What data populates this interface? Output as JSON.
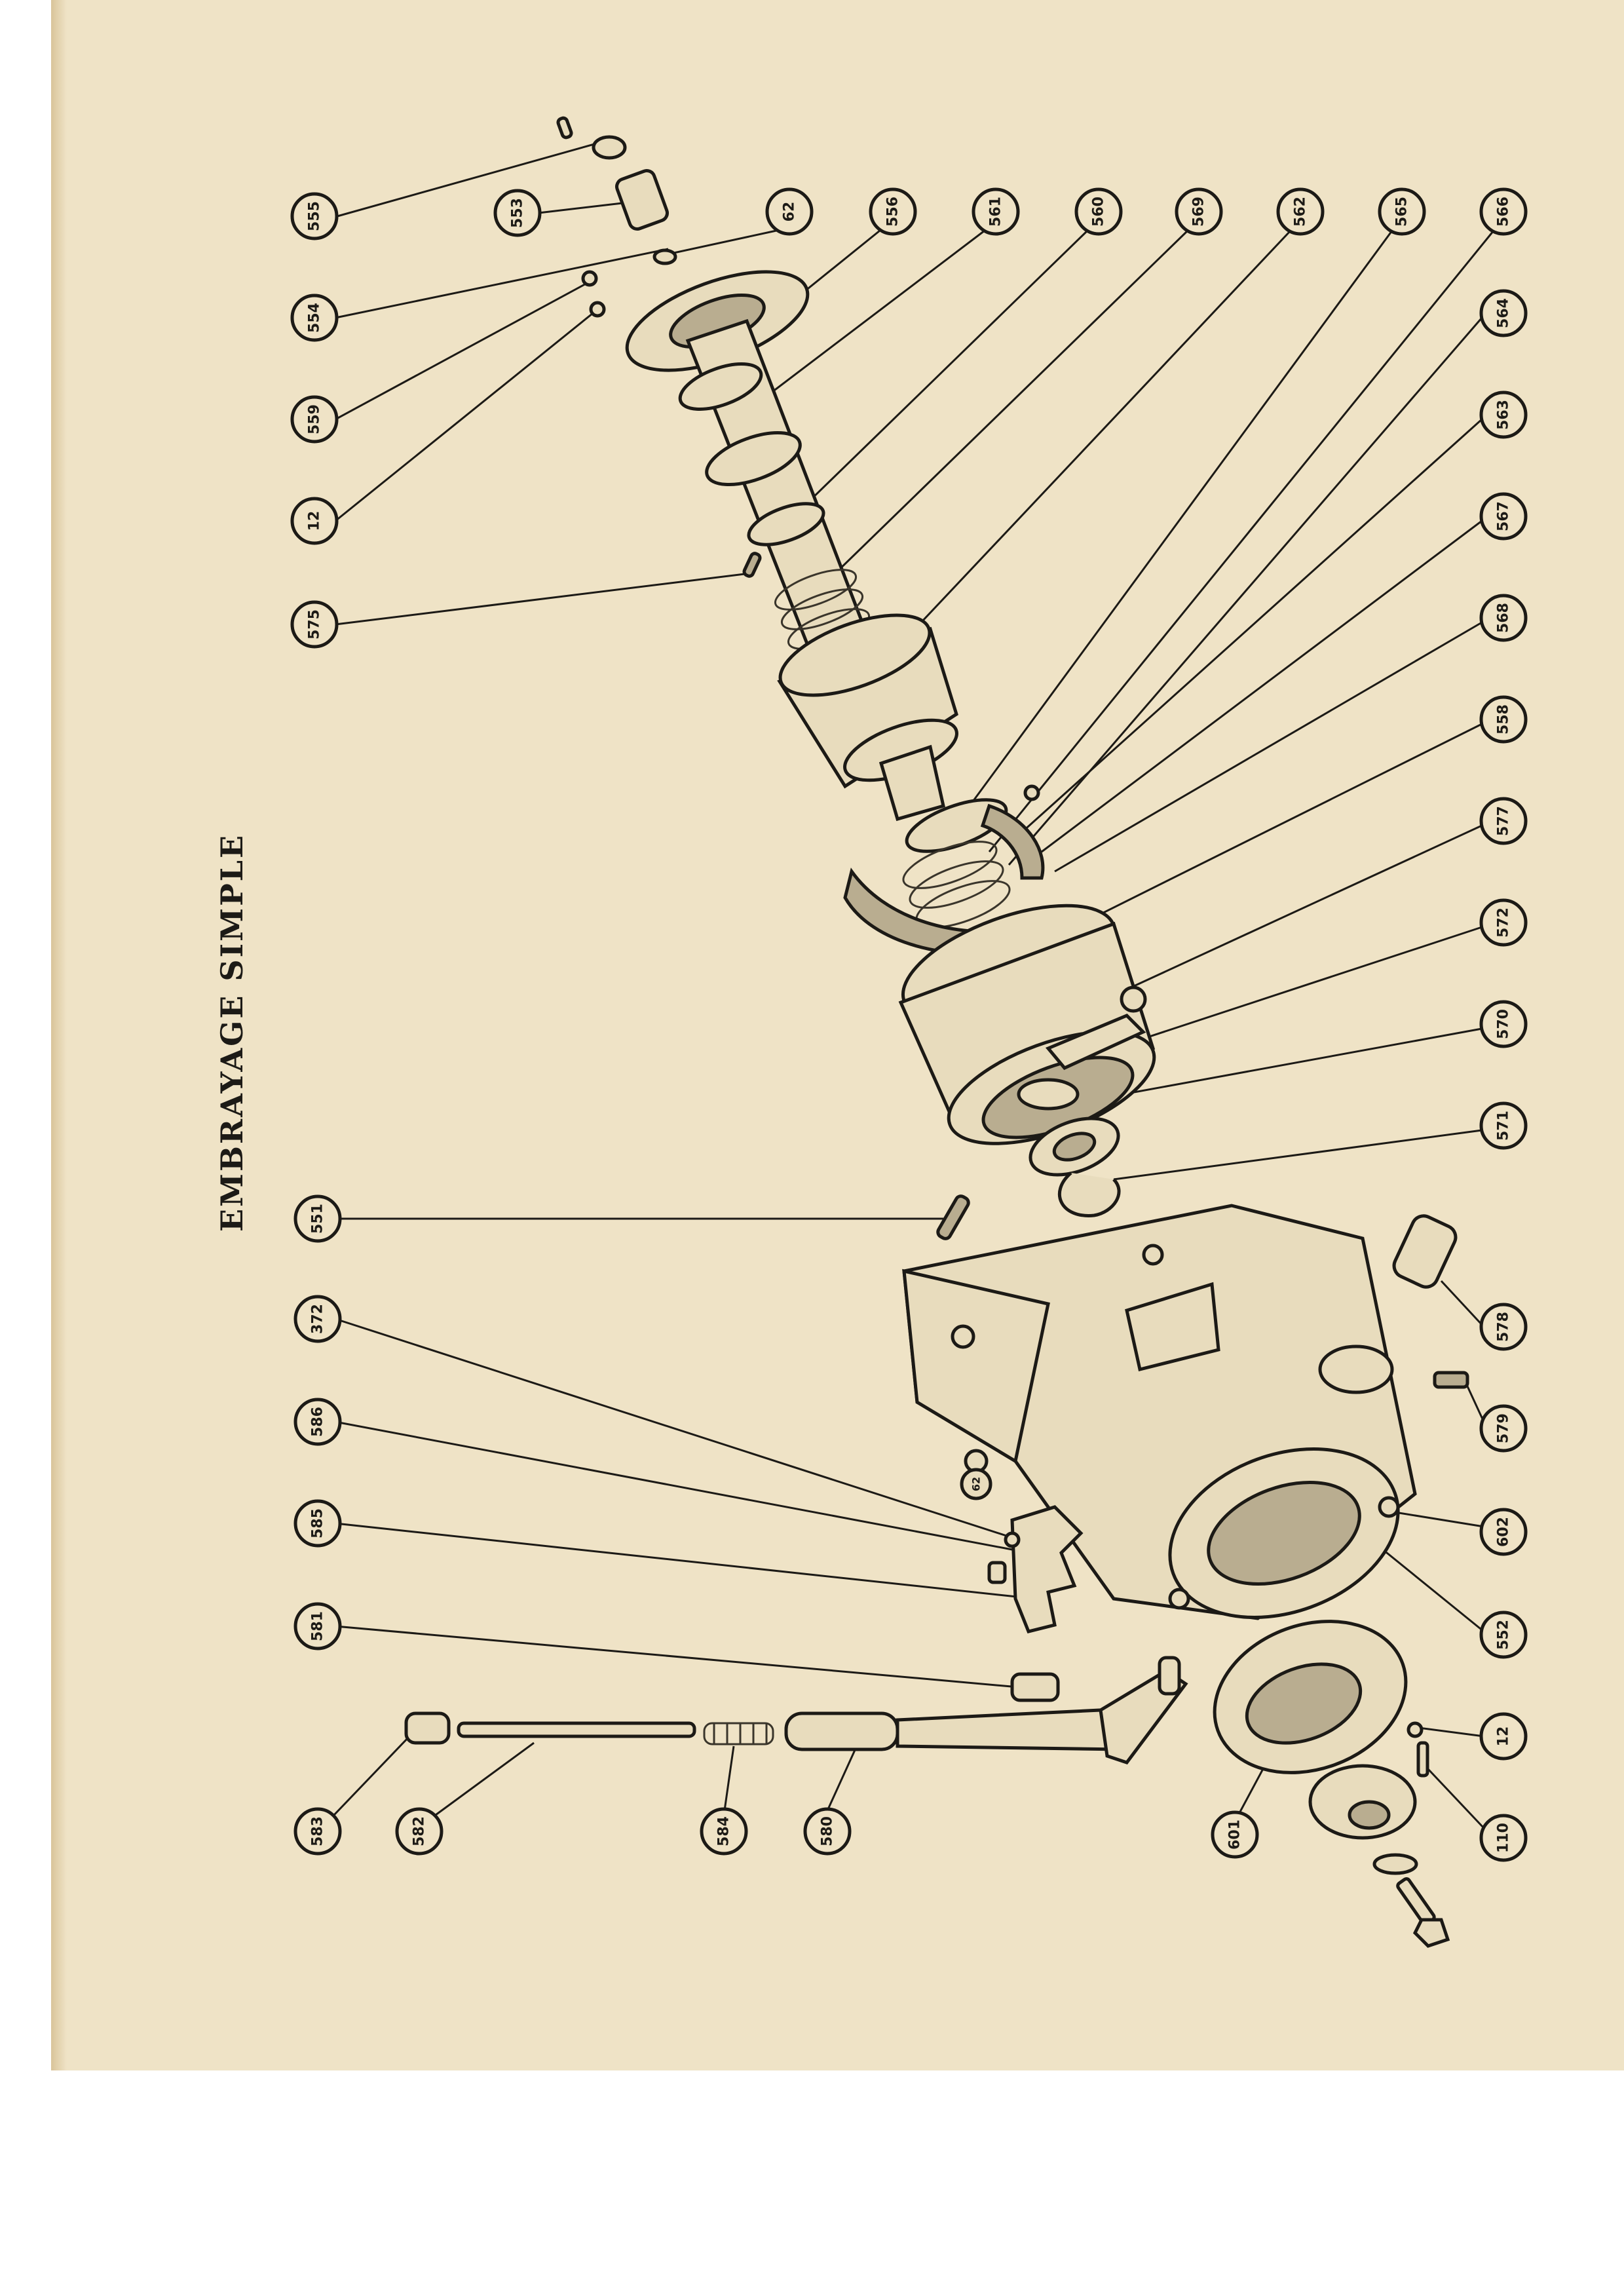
{
  "title": "EMBRAYAGE SIMPLE",
  "callouts": [
    {
      "id": "c555",
      "label": "555"
    },
    {
      "id": "c553",
      "label": "553"
    },
    {
      "id": "c62",
      "label": "62"
    },
    {
      "id": "c556",
      "label": "556"
    },
    {
      "id": "c561",
      "label": "561"
    },
    {
      "id": "c560",
      "label": "560"
    },
    {
      "id": "c569",
      "label": "569"
    },
    {
      "id": "c562",
      "label": "562"
    },
    {
      "id": "c565",
      "label": "565"
    },
    {
      "id": "c566",
      "label": "566"
    },
    {
      "id": "c554",
      "label": "554"
    },
    {
      "id": "c559",
      "label": "559"
    },
    {
      "id": "c12a",
      "label": "12"
    },
    {
      "id": "c575",
      "label": "575"
    },
    {
      "id": "c564",
      "label": "564"
    },
    {
      "id": "c563",
      "label": "563"
    },
    {
      "id": "c567",
      "label": "567"
    },
    {
      "id": "c568",
      "label": "568"
    },
    {
      "id": "c558",
      "label": "558"
    },
    {
      "id": "c577",
      "label": "577"
    },
    {
      "id": "c572",
      "label": "572"
    },
    {
      "id": "c570",
      "label": "570"
    },
    {
      "id": "c571",
      "label": "571"
    },
    {
      "id": "c551",
      "label": "551"
    },
    {
      "id": "c372",
      "label": "372"
    },
    {
      "id": "c586",
      "label": "586"
    },
    {
      "id": "c585",
      "label": "585"
    },
    {
      "id": "c581",
      "label": "581"
    },
    {
      "id": "c583",
      "label": "583"
    },
    {
      "id": "c582",
      "label": "582"
    },
    {
      "id": "c584",
      "label": "584"
    },
    {
      "id": "c580",
      "label": "580"
    },
    {
      "id": "c578",
      "label": "578"
    },
    {
      "id": "c579",
      "label": "579"
    },
    {
      "id": "c602",
      "label": "602"
    },
    {
      "id": "c552",
      "label": "552"
    },
    {
      "id": "c12b",
      "label": "12"
    },
    {
      "id": "c110",
      "label": "110"
    },
    {
      "id": "c601",
      "label": "601"
    }
  ],
  "inline_marks": [
    {
      "id": "m62",
      "label": "62"
    }
  ]
}
